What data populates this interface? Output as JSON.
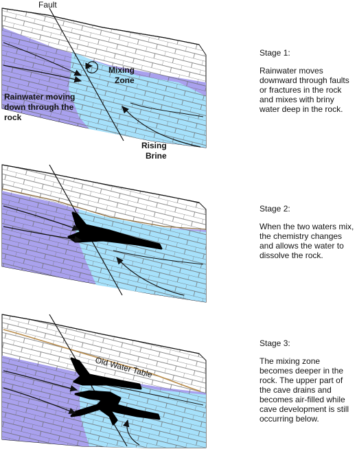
{
  "colors": {
    "rock": "#ffffff",
    "rainwater_zone": "#a9a1ee",
    "brine_zone": "#a6e1fb",
    "cave": "#000000",
    "old_water_table": "#b88b4a",
    "lines": "#111111"
  },
  "stages": [
    {
      "title": "Stage 1:",
      "body": "Rainwater moves downward through faults or fractures in the rock and mixes with briny water deep in the rock.",
      "labels": {
        "fault": "Fault",
        "mixing": "Mixing",
        "zone": "Zone",
        "rain1": "Rainwater moving",
        "rain2": "down through the",
        "rain3": "rock",
        "rising": "Rising",
        "brine": "Brine"
      }
    },
    {
      "title": "Stage 2:",
      "body": "When the two waters mix, the chemistry changes and allows the water to dissolve the rock."
    },
    {
      "title": "Stage 3:",
      "body": "The mixing zone becomes deeper in the rock. The upper part of the cave drains and becomes air-filled while cave development is still occurring below.",
      "labels": {
        "old_water_table": "Old Water Table"
      }
    }
  ]
}
